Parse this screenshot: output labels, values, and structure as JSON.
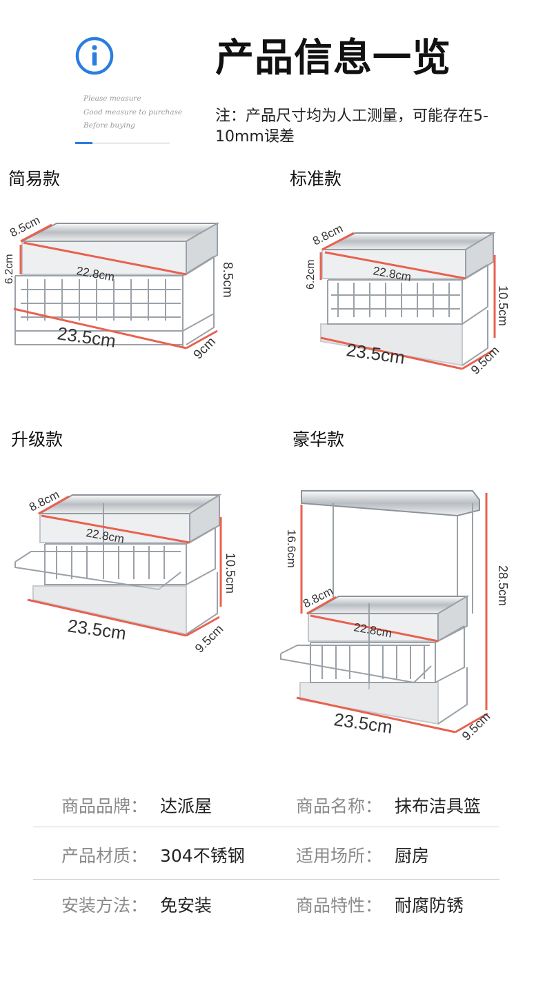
{
  "header": {
    "title": "产品信息一览",
    "note": "注：产品尺寸均为人工测量，可能存在5-10mm误差",
    "tagline": [
      "Please measure",
      "Good measure to purchase",
      "Before buying"
    ],
    "icon": "info-icon",
    "accent_color": "#2a7de1",
    "indicator_progress": 0.18
  },
  "variants": [
    {
      "name": "简易款",
      "dims": {
        "depth": "8.5cm",
        "inner_height": "6.2cm",
        "inner_length": "22.8cm",
        "height": "8.5cm",
        "length": "23.5cm",
        "width": "9cm"
      }
    },
    {
      "name": "标准款",
      "dims": {
        "depth": "8.8cm",
        "inner_height": "6.2cm",
        "inner_length": "22.8cm",
        "height": "10.5cm",
        "length": "23.5cm",
        "width": "9.5cm"
      }
    },
    {
      "name": "升级款",
      "dims": {
        "depth": "8.8cm",
        "inner_length": "22.8cm",
        "height": "10.5cm",
        "length": "23.5cm",
        "width": "9.5cm"
      }
    },
    {
      "name": "豪华款",
      "dims": {
        "hanger_height": "16.6cm",
        "depth": "8.8cm",
        "inner_length": "22.8cm",
        "height": "28.5cm",
        "length": "23.5cm",
        "width": "9.5cm"
      }
    }
  ],
  "specs": [
    {
      "label1": "商品品牌：",
      "value1": "达派屋",
      "label2": "商品名称：",
      "value2": "抹布洁具篮"
    },
    {
      "label1": "产品材质：",
      "value1": "304不锈钢",
      "label2": "适用场所：",
      "value2": "厨房"
    },
    {
      "label1": "安装方法：",
      "value1": "免安装",
      "label2": "商品特性：",
      "value2": "耐腐防锈"
    }
  ],
  "colors": {
    "dimension_line": "#e8614f",
    "steel": "#9aa1a8",
    "label_gray": "#8a8a8a"
  }
}
